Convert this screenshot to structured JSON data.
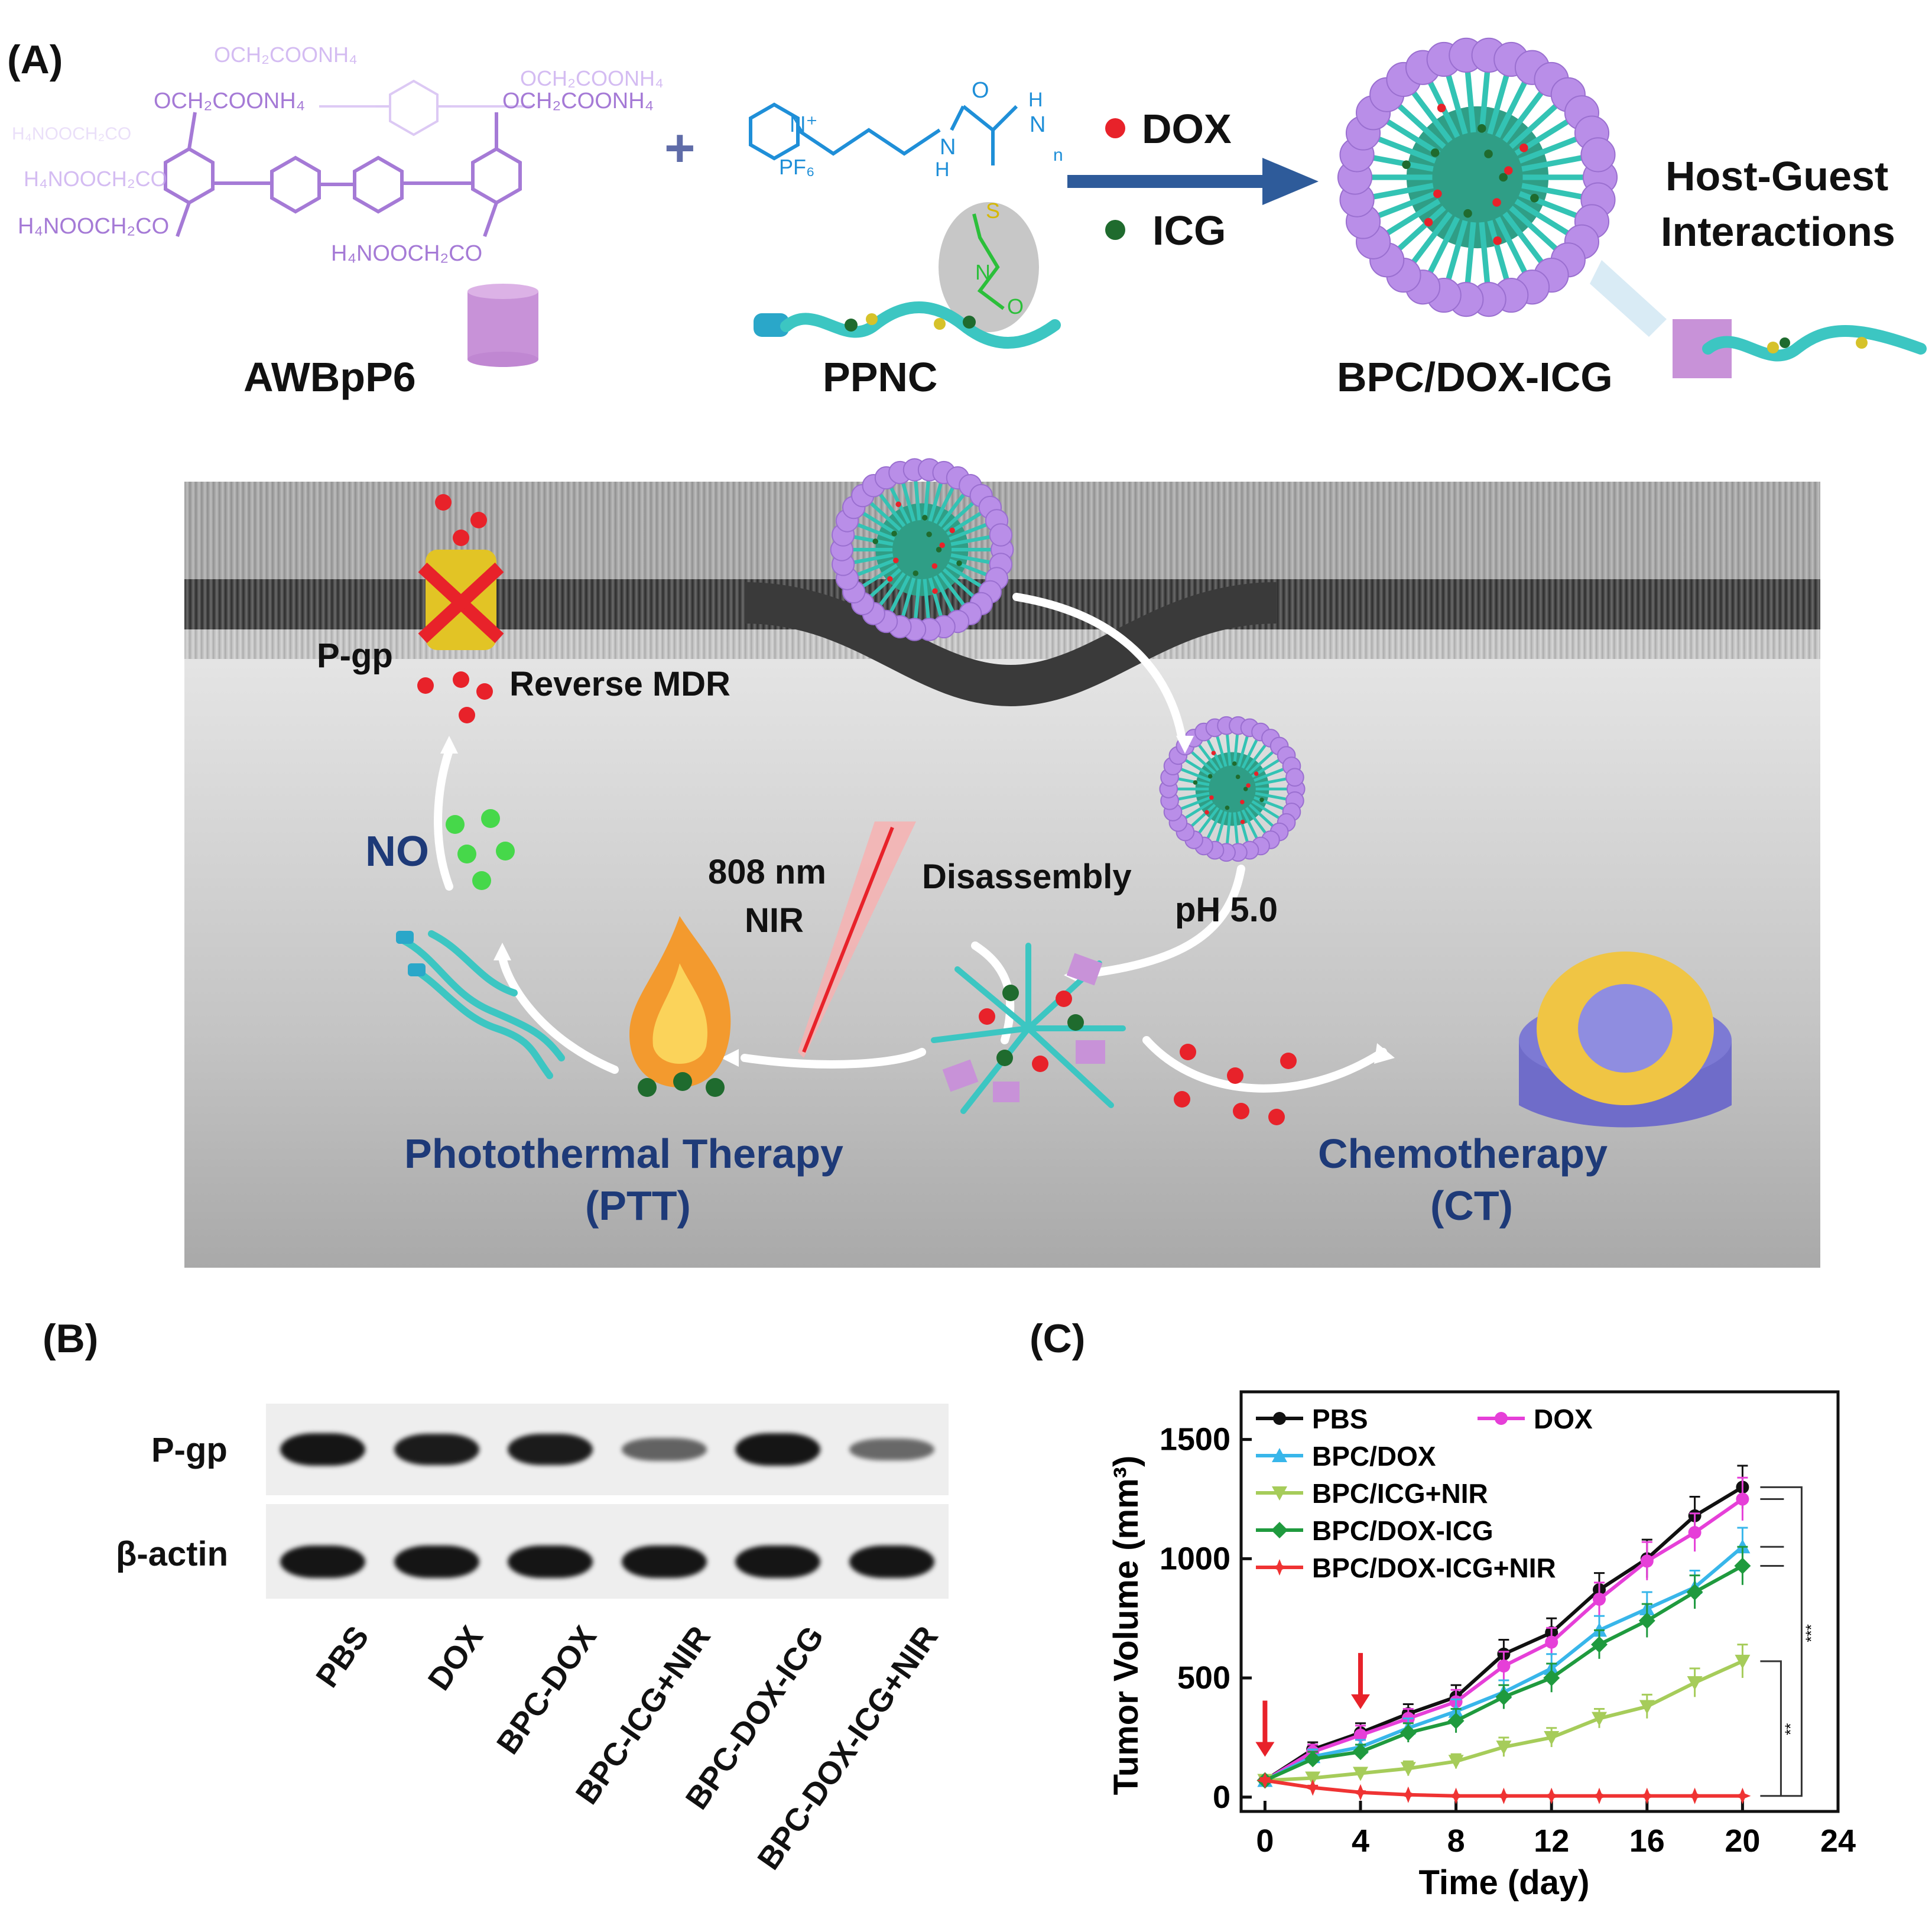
{
  "panel_labels": {
    "a": "(A)",
    "b": "(B)",
    "c": "(C)"
  },
  "scheme": {
    "awbpp6_label": "AWBpP6",
    "ppnc_label": "PPNC",
    "plus": "+",
    "dox_legend": "DOX",
    "icg_legend": "ICG",
    "product_label": "BPC/DOX-ICG",
    "host_guest_line1": "Host-Guest",
    "host_guest_line2": "Interactions",
    "chem": {
      "och2coonh4_a": "OCH₂COONH₄",
      "och2coonh4_b": "OCH₂COONH₄",
      "och2coonh4_c": "OCH₂COONH₄",
      "och2coonh4_d": "OCH₂COONH₄",
      "h4nooc_a": "H₄NOOCH₂CO",
      "h4nooc_b": "H₄NOOCH₂CO",
      "h4nooc_c": "H₄NOOCH₂CO",
      "h4nooc_d": "H₄NOOCH₂CO",
      "pf6": "PF₆",
      "n_plus": "N⁺",
      "nh_amide": "N",
      "h_amide": "H",
      "o_carbonyl": "O",
      "nh_amine": "N",
      "h_amine": "H",
      "n_sub": "n",
      "s_atom": "S",
      "n_nitroso": "N",
      "o_nitroso": "O"
    },
    "cell": {
      "pgp": "P-gp",
      "reverse_mdr": "Reverse MDR",
      "no": "NO",
      "nir_line1": "808 nm",
      "nir_line2": "NIR",
      "disassembly": "Disassembly",
      "ph": "pH 5.0",
      "ptt_line1": "Photothermal Therapy",
      "ptt_line2": "(PTT)",
      "ct_line1": "Chemotherapy",
      "ct_line2": "(CT)"
    },
    "colors": {
      "dox": "#e8222a",
      "icg": "#1f6b2e",
      "no": "#46d84a",
      "navy": "#1e3a78",
      "micelle": "#b98ee8",
      "arrow": "#2e5b9a"
    }
  },
  "blot": {
    "rows": [
      "P-gp",
      "β-actin"
    ],
    "lanes": [
      "PBS",
      "DOX",
      "BPC-DOX",
      "BPC-ICG+NIR",
      "BPC-DOX-ICG",
      "BPC-DOX-ICG+NIR"
    ],
    "pgp_intensity": [
      1.0,
      0.95,
      0.95,
      0.45,
      1.0,
      0.4
    ],
    "actin_intensity": [
      1.0,
      1.0,
      1.0,
      1.0,
      1.0,
      1.0
    ]
  },
  "chart_data": {
    "type": "line",
    "title": "",
    "xlabel": "Time (day)",
    "ylabel": "Tumor Volume (mm³)",
    "xlim": [
      -1,
      24
    ],
    "ylim": [
      -60,
      1700
    ],
    "xticks": [
      0,
      4,
      8,
      12,
      16,
      20,
      24
    ],
    "yticks": [
      0,
      500,
      1000,
      1500
    ],
    "x": [
      0,
      2,
      4,
      6,
      8,
      10,
      12,
      14,
      16,
      18,
      20
    ],
    "series": [
      {
        "name": "PBS",
        "color": "#111111",
        "marker": "circle",
        "values": [
          70,
          200,
          270,
          350,
          420,
          600,
          690,
          870,
          1000,
          1180,
          1300
        ],
        "errors": [
          10,
          30,
          40,
          40,
          50,
          60,
          60,
          70,
          80,
          80,
          90
        ]
      },
      {
        "name": "DOX",
        "color": "#e63fd8",
        "marker": "circle",
        "values": [
          70,
          190,
          260,
          330,
          400,
          550,
          650,
          830,
          990,
          1110,
          1250
        ],
        "errors": [
          10,
          30,
          40,
          40,
          50,
          60,
          60,
          70,
          80,
          80,
          90
        ]
      },
      {
        "name": "BPC/DOX",
        "color": "#38b6ea",
        "marker": "triangle-up",
        "values": [
          70,
          170,
          210,
          290,
          360,
          440,
          540,
          700,
          790,
          880,
          1050
        ],
        "errors": [
          10,
          30,
          30,
          40,
          50,
          50,
          60,
          60,
          70,
          70,
          80
        ]
      },
      {
        "name": "BPC/ICG+NIR",
        "color": "#a6cc5a",
        "marker": "triangle-down",
        "values": [
          70,
          80,
          100,
          120,
          150,
          210,
          250,
          330,
          380,
          480,
          570
        ],
        "errors": [
          10,
          20,
          20,
          30,
          30,
          40,
          40,
          40,
          50,
          60,
          70
        ]
      },
      {
        "name": "BPC/DOX-ICG",
        "color": "#1f9a3e",
        "marker": "diamond",
        "values": [
          70,
          160,
          190,
          270,
          320,
          420,
          500,
          640,
          740,
          860,
          970
        ],
        "errors": [
          10,
          30,
          30,
          40,
          50,
          50,
          60,
          60,
          70,
          70,
          80
        ]
      },
      {
        "name": "BPC/DOX-ICG+NIR",
        "color": "#ef3333",
        "marker": "star",
        "values": [
          70,
          40,
          20,
          10,
          5,
          5,
          5,
          5,
          5,
          5,
          5
        ],
        "errors": [
          10,
          8,
          5,
          3,
          2,
          2,
          2,
          2,
          2,
          2,
          2
        ]
      }
    ],
    "legend_placement": "top-left",
    "treatment_arrows_at_day": [
      0,
      4
    ],
    "significance_labels": [
      "***",
      "**"
    ],
    "grid": false
  }
}
